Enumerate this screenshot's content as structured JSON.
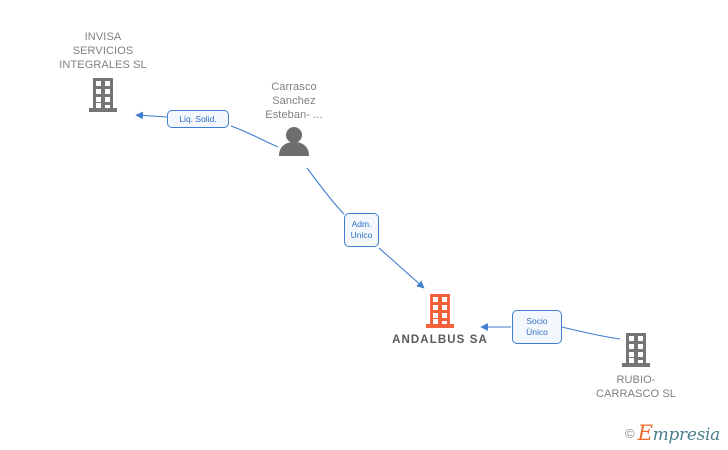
{
  "diagram": {
    "title": "ANDALBUS SA corporate relations",
    "colors": {
      "company_gray": "#757575",
      "company_highlight": "#F4613A",
      "person_gray": "#6E6E6E",
      "edge_blue": "#3F7FD0",
      "label_text": "#2F6FC4",
      "label_fill": "#F4F8FD",
      "node_text": "#808080",
      "highlight_text": "#595959"
    },
    "nodes": [
      {
        "id": "invisa",
        "type": "company",
        "icon": "building-icon",
        "label": "INVISA\nSERVICIOS\nINTEGRALES SL",
        "highlight": false
      },
      {
        "id": "person",
        "type": "person",
        "icon": "person-icon",
        "label": "Carrasco\nSanchez\nEsteban- ...",
        "highlight": false
      },
      {
        "id": "andalbus",
        "type": "company",
        "icon": "building-icon",
        "label": "ANDALBUS SA",
        "highlight": true
      },
      {
        "id": "rubio",
        "type": "company",
        "icon": "building-icon",
        "label": "RUBIO-\nCARRASCO SL",
        "highlight": false
      }
    ],
    "relations": [
      {
        "id": "liq-solid",
        "from": "person",
        "to": "invisa",
        "label": "Liq.  Solid."
      },
      {
        "id": "adm-unico",
        "from": "person",
        "to": "andalbus",
        "label": "Adm.\nUnico"
      },
      {
        "id": "socio-unico",
        "from": "rubio",
        "to": "andalbus",
        "label": "Socio\nÚnico"
      }
    ]
  },
  "watermark": {
    "copyright": "©",
    "brand_initial": "E",
    "brand_rest": "mpresia"
  }
}
